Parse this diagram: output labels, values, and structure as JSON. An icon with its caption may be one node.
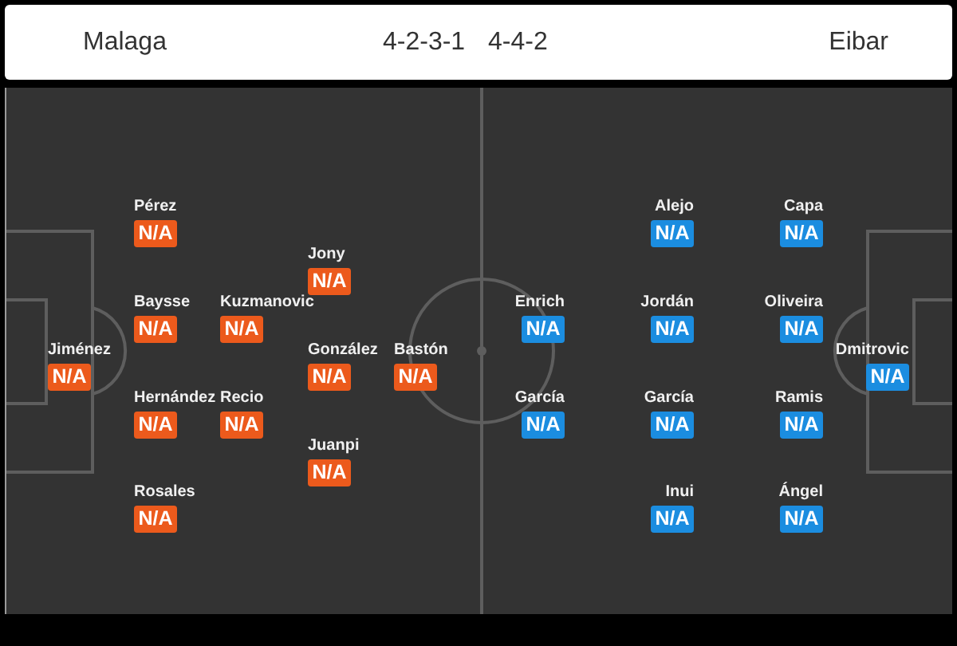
{
  "diagram": {
    "nodes": [
      {
        "text": [
          "Jiménez",
          "N/A"
        ]
      },
      {
        "text": [
          "Pérez",
          "N/A"
        ]
      },
      {
        "text": [
          "Baysse",
          "N/A"
        ]
      },
      {
        "text": [
          "Hernández",
          "N/A"
        ]
      },
      {
        "text": [
          "Rosales",
          "N/A"
        ]
      },
      {
        "text": [
          "Kuzmanovic",
          "N/A"
        ]
      },
      {
        "text": [
          "Recio",
          "N/A"
        ]
      },
      {
        "text": [
          "Jony",
          "N/A"
        ]
      },
      {
        "text": [
          "González",
          "N/A"
        ]
      },
      {
        "text": [
          "Juanpi",
          "N/A"
        ]
      },
      {
        "text": [
          "Bastón",
          "N/A"
        ]
      },
      {
        "text": [
          "Enrich",
          "N/A"
        ]
      },
      {
        "text": [
          "García",
          "N/A"
        ]
      },
      {
        "text": [
          "Alejo",
          "N/A"
        ]
      },
      {
        "text": [
          "Jordán",
          "N/A"
        ]
      },
      {
        "text": [
          "García",
          "N/A"
        ]
      },
      {
        "text": [
          "Inui",
          "N/A"
        ]
      },
      {
        "text": [
          "Capa",
          "N/A"
        ]
      },
      {
        "text": [
          "Oliveira",
          "N/A"
        ]
      },
      {
        "text": [
          "Ramis",
          "N/A"
        ]
      },
      {
        "text": [
          "Ángel",
          "N/A"
        ]
      },
      {
        "text": [
          "Dmitrovic",
          "N/A"
        ]
      }
    ],
    "labels": [
      "Malaga",
      "4-2-3-1",
      "4-4-2",
      "Eibar"
    ]
  }
}
